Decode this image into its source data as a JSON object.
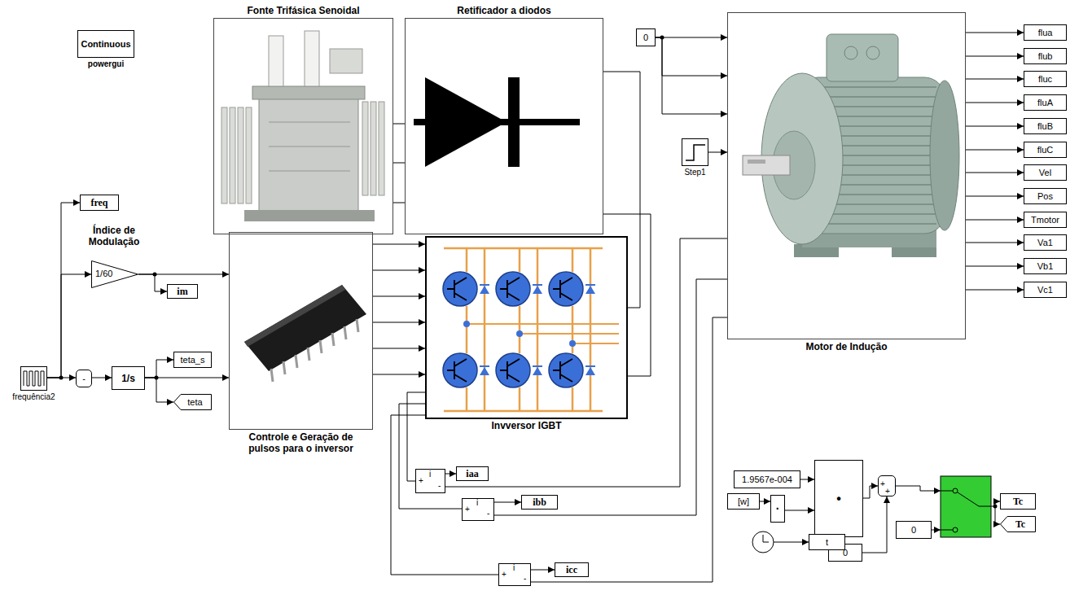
{
  "diagram": {
    "nodes": [
      {
        "text": [
          "Continuous",
          "powergui"
        ]
      },
      {
        "text": [
          "Fonte Trifásica Senoidal"
        ]
      },
      {
        "text": [
          "Retificador a diodos"
        ]
      },
      {
        "text": [
          "0"
        ]
      },
      {
        "text": [
          "Motor de Indução"
        ]
      },
      {
        "text": [
          "Step1"
        ]
      },
      {
        "text": [
          "flua"
        ]
      },
      {
        "text": [
          "flub"
        ]
      },
      {
        "text": [
          "fluc"
        ]
      },
      {
        "text": [
          "fluA"
        ]
      },
      {
        "text": [
          "fluB"
        ]
      },
      {
        "text": [
          "fluC"
        ]
      },
      {
        "text": [
          "Vel"
        ]
      },
      {
        "text": [
          "Pos"
        ]
      },
      {
        "text": [
          "Tmotor"
        ]
      },
      {
        "text": [
          "Va1"
        ]
      },
      {
        "text": [
          "Vb1"
        ]
      },
      {
        "text": [
          "Vc1"
        ]
      },
      {
        "text": [
          "freq"
        ]
      },
      {
        "text": [
          "1/60"
        ]
      },
      {
        "text": [
          "im"
        ]
      },
      {
        "text": [
          "Controle e Geração de pulsos para o inversor"
        ]
      },
      {
        "text": [
          "Invversor IGBT"
        ]
      },
      {
        "text": [
          "frequência2"
        ]
      },
      {
        "text": [
          "-"
        ]
      },
      {
        "text": [
          "1/s"
        ]
      },
      {
        "text": [
          "teta_s"
        ]
      },
      {
        "text": [
          "teta"
        ]
      },
      {
        "text": [
          "+",
          "i",
          "-"
        ]
      },
      {
        "text": [
          "iaa"
        ]
      },
      {
        "text": [
          "+",
          "i",
          "-"
        ]
      },
      {
        "text": [
          "ibb"
        ]
      },
      {
        "text": [
          "+",
          "i",
          "-"
        ]
      },
      {
        "text": [
          "icc"
        ]
      },
      {
        "text": [
          "1.9567e-004"
        ]
      },
      {
        "text": [
          "[w]"
        ]
      },
      {
        "text": [
          "·"
        ]
      },
      {
        "text": [
          "•"
        ]
      },
      {
        "text": [
          "+",
          "+"
        ]
      },
      {
        "text": [
          "0"
        ]
      },
      {
        "text": [
          "t"
        ]
      },
      {
        "text": [
          "0"
        ]
      },
      {
        "text": [
          "Tc"
        ]
      },
      {
        "text": [
          "Tc"
        ]
      }
    ],
    "edges": [
      {
        "from": 1,
        "to": 2,
        "arrow": "none"
      },
      {
        "from": 1,
        "to": 2,
        "arrow": "none"
      },
      {
        "from": 1,
        "to": 2,
        "arrow": "none"
      },
      {
        "from": 2,
        "to": 22,
        "arrow": "none"
      },
      {
        "from": 2,
        "to": 22,
        "arrow": "none"
      },
      {
        "from": 3,
        "to": 4,
        "arrow": "to"
      },
      {
        "from": 3,
        "to": 4,
        "arrow": "to"
      },
      {
        "from": 3,
        "to": 4,
        "arrow": "to"
      },
      {
        "from": 5,
        "to": 4,
        "arrow": "to"
      },
      {
        "from": 4,
        "to": 6,
        "arrow": "to"
      },
      {
        "from": 4,
        "to": 7,
        "arrow": "to"
      },
      {
        "from": 4,
        "to": 8,
        "arrow": "to"
      },
      {
        "from": 4,
        "to": 9,
        "arrow": "to"
      },
      {
        "from": 4,
        "to": 10,
        "arrow": "to"
      },
      {
        "from": 4,
        "to": 11,
        "arrow": "to"
      },
      {
        "from": 4,
        "to": 12,
        "arrow": "to"
      },
      {
        "from": 4,
        "to": 13,
        "arrow": "to"
      },
      {
        "from": 4,
        "to": 14,
        "arrow": "to"
      },
      {
        "from": 4,
        "to": 15,
        "arrow": "to"
      },
      {
        "from": 4,
        "to": 16,
        "arrow": "to"
      },
      {
        "from": 4,
        "to": 17,
        "arrow": "to"
      },
      {
        "from": 23,
        "to": 18,
        "arrow": "to"
      },
      {
        "from": 23,
        "to": 19,
        "arrow": "to"
      },
      {
        "from": 23,
        "to": 24,
        "arrow": "to"
      },
      {
        "from": 24,
        "to": 25,
        "arrow": "to"
      },
      {
        "from": 25,
        "to": 26,
        "arrow": "to"
      },
      {
        "from": 25,
        "to": 21,
        "arrow": "to"
      },
      {
        "from": 25,
        "to": 27,
        "arrow": "to"
      },
      {
        "from": 19,
        "to": 20,
        "arrow": "to"
      },
      {
        "from": 19,
        "to": 21,
        "arrow": "to"
      },
      {
        "from": 21,
        "to": 22,
        "arrow": "to"
      },
      {
        "from": 21,
        "to": 22,
        "arrow": "to"
      },
      {
        "from": 21,
        "to": 22,
        "arrow": "to"
      },
      {
        "from": 21,
        "to": 22,
        "arrow": "to"
      },
      {
        "from": 21,
        "to": 22,
        "arrow": "to"
      },
      {
        "from": 21,
        "to": 22,
        "arrow": "to"
      },
      {
        "from": 22,
        "to": 28,
        "arrow": "none"
      },
      {
        "from": 22,
        "to": 30,
        "arrow": "none"
      },
      {
        "from": 22,
        "to": 32,
        "arrow": "none"
      },
      {
        "from": 28,
        "to": 29,
        "arrow": "to"
      },
      {
        "from": 30,
        "to": 31,
        "arrow": "to"
      },
      {
        "from": 32,
        "to": 33,
        "arrow": "to"
      },
      {
        "from": 28,
        "to": 4,
        "arrow": "none"
      },
      {
        "from": 30,
        "to": 4,
        "arrow": "none"
      },
      {
        "from": 32,
        "to": 4,
        "arrow": "none"
      },
      {
        "from": 35,
        "to": 36,
        "arrow": "to"
      },
      {
        "from": 34,
        "to": 37,
        "arrow": "to"
      },
      {
        "from": 36,
        "to": 37,
        "arrow": "to"
      },
      {
        "from": 37,
        "to": 38,
        "arrow": "to"
      },
      {
        "from": 39,
        "to": 38,
        "arrow": "to"
      }
    ],
    "labels": [
      "Índice de Modulação"
    ]
  }
}
